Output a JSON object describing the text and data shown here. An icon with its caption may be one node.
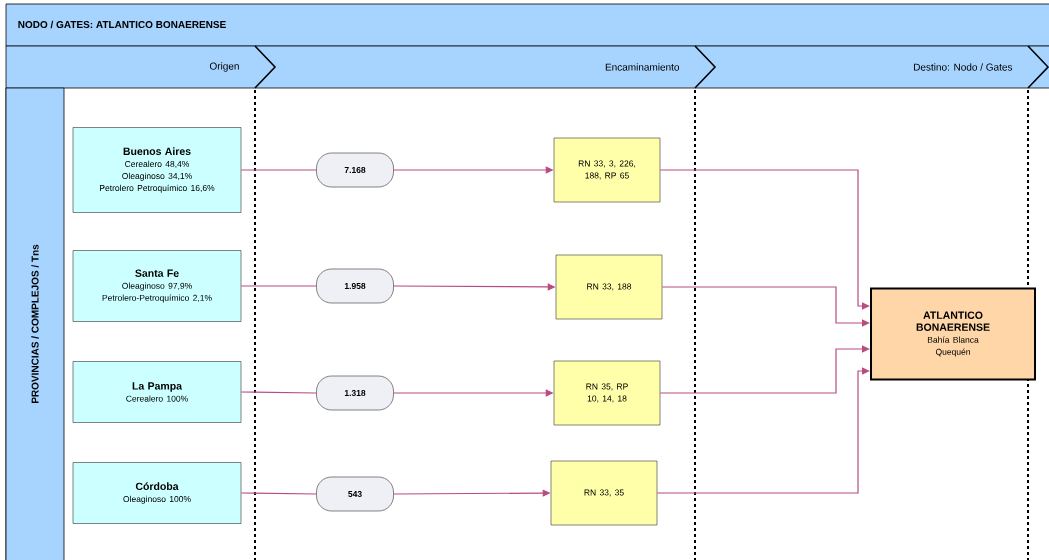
{
  "diagram": {
    "title": "NODO / GATES: ATLANTICO BONAERENSE",
    "nodes": [
      {
        "text": [
          "Buenos Aires",
          "Cerealero 48,4%",
          "Oleaginoso 34,1%",
          "Petrolero Petroquímico 16,6%"
        ]
      },
      {
        "text": [
          "Santa Fe",
          "Oleaginoso 97,9%",
          "Petrolero-Petroquímico 2,1%"
        ]
      },
      {
        "text": [
          "La Pampa",
          "Cerealero 100%"
        ]
      },
      {
        "text": [
          "Córdoba",
          "Oleaginoso 100%"
        ]
      },
      {
        "text": [
          "7.168"
        ]
      },
      {
        "text": [
          "1.958"
        ]
      },
      {
        "text": [
          "1.318"
        ]
      },
      {
        "text": [
          "543"
        ]
      },
      {
        "text": [
          "RN 33, 3, 226, 188, RP 65"
        ]
      },
      {
        "text": [
          "RN 33, 188"
        ]
      },
      {
        "text": [
          "RN 35, RP 10, 14, 18"
        ]
      },
      {
        "text": [
          "RN 33, 35"
        ]
      },
      {
        "text": [
          "ATLANTICO BONAERENSE",
          "Bahía Blanca",
          "Quequén"
        ]
      }
    ],
    "edges": [
      {
        "from": 0,
        "to": 4,
        "arrow": "none"
      },
      {
        "from": 1,
        "to": 5,
        "arrow": "none"
      },
      {
        "from": 2,
        "to": 6,
        "arrow": "none"
      },
      {
        "from": 3,
        "to": 7,
        "arrow": "none"
      },
      {
        "from": 4,
        "to": 8,
        "arrow": "to"
      },
      {
        "from": 5,
        "to": 9,
        "arrow": "to"
      },
      {
        "from": 6,
        "to": 10,
        "arrow": "to"
      },
      {
        "from": 7,
        "to": 11,
        "arrow": "to"
      },
      {
        "from": 8,
        "to": 12,
        "arrow": "to"
      },
      {
        "from": 9,
        "to": 12,
        "arrow": "to"
      },
      {
        "from": 10,
        "to": 12,
        "arrow": "to"
      },
      {
        "from": 11,
        "to": 12,
        "arrow": "to"
      }
    ],
    "labels": [
      "Origen",
      "Encaminamiento",
      "Destino: Nodo / Gates",
      "PROVINCIAS / COMPLEJOS / Tns"
    ]
  }
}
